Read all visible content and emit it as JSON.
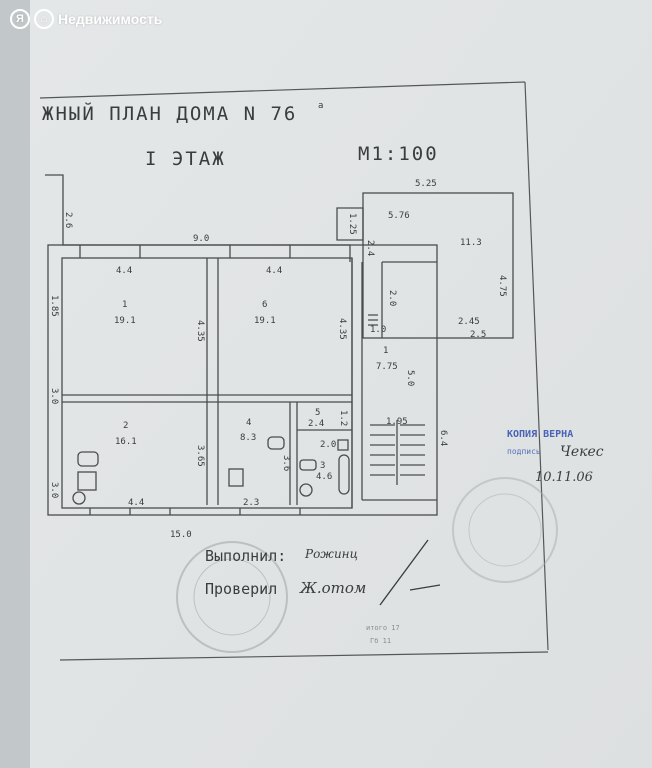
{
  "watermark": {
    "logo_letter": "Я",
    "brand": "Недвижимость"
  },
  "plan": {
    "title": "ЖНЫЙ ПЛАН ДОМА N 76",
    "title_suffix": "а",
    "floor": "I ЭТАЖ",
    "scale": "М1:100",
    "dimensions": {
      "left_top": "2.6",
      "top_total": "9.0",
      "annex_top": "5.25",
      "annex_small": "1.25",
      "annex_left": "2.4",
      "annex_right": "4.75",
      "annex_bottom1": "2.45",
      "annex_bottom2": "2.5",
      "r1_top": "4.4",
      "r6_top": "4.4",
      "r1_height": "4.35",
      "r6_height": "4.35",
      "left_side1": "1.85",
      "left_side2": "3.0",
      "left_side3": "3.0",
      "r2_height": "3.65",
      "r2_bottom": "4.4",
      "r4_bottom": "2.3",
      "r4_side": "3.6",
      "stair_vert": "2.0",
      "stair_small": "1.0",
      "stair_len": "5.0",
      "stair_w": "1.95",
      "right_total": "6.4",
      "r5_side": "1.2",
      "wc_w": "2.0",
      "bottom_total": "15.0"
    },
    "rooms": [
      {
        "num": "1",
        "area": "19.1"
      },
      {
        "num": "6",
        "area": "19.1"
      },
      {
        "num": "2",
        "area": "16.1"
      },
      {
        "num": "4",
        "area": "8.3"
      },
      {
        "num": "5",
        "area": "2.4"
      },
      {
        "num": "3",
        "area": "4.6"
      },
      {
        "num": "1",
        "area": "7.75"
      },
      {
        "num": "",
        "area": "5.76"
      },
      {
        "num": "",
        "area": "11.3"
      }
    ]
  },
  "signatures": {
    "done_label": "Выполнил:",
    "done_sign": "Рожинц",
    "checked_label": "Проверил",
    "checked_sign": "Ж.отом"
  },
  "stamp": {
    "title": "КОПИЯ ВЕРНА",
    "sign_label": "подпись",
    "sign": "Чекес",
    "date": "10.11.06"
  },
  "pencil_note": {
    "line1": "итого 17",
    "line2": "Гб 11"
  }
}
